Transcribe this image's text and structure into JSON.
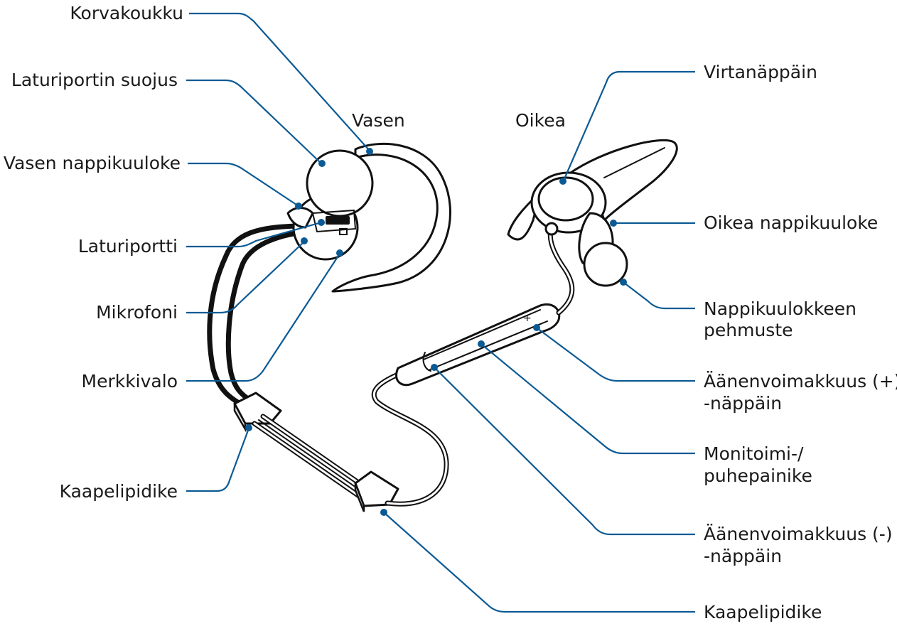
{
  "sides": {
    "left": "Vasen",
    "right": "Oikea"
  },
  "labels": {
    "korvakoukku": "Korvakoukku",
    "laturiportin_suojus": "Laturiportin suojus",
    "vasen_nappikuuloke": "Vasen nappikuuloke",
    "laturiportti": "Laturiportti",
    "mikrofoni": "Mikrofoni",
    "merkkivalo": "Merkkivalo",
    "kaapelipidike_left": "Kaapelipidike",
    "virtanappain": "Virtanäppäin",
    "oikea_nappikuuloke": "Oikea nappikuuloke",
    "pehmuste_line1": "Nappikuulokkeen",
    "pehmuste_line2": "pehmuste",
    "vol_plus_line1": "Äänenvoimakkuus (+)",
    "vol_plus_line2": "-näppäin",
    "monitoimi_line1": "Monitoimi-/",
    "monitoimi_line2": "puhepainike",
    "vol_minus_line1": "Äänenvoimakkuus (-)",
    "vol_minus_line2": "-näppäin",
    "kaapelipidike_bottom": "Kaapelipidike"
  },
  "colors": {
    "leader": "#0b5a94",
    "outline": "#111111",
    "text": "#1a1a1a"
  }
}
